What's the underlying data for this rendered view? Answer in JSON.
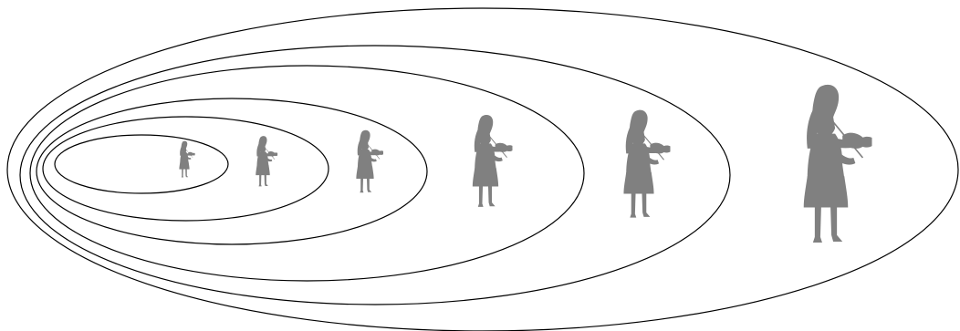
{
  "diagram": {
    "type": "nested-ellipses",
    "ring_count": 6,
    "figure_count": 6,
    "figure_subject": "violinist",
    "colors": {
      "background": "#ffffff",
      "ring_stroke": "#000000",
      "figure_fill": "#808080"
    }
  }
}
